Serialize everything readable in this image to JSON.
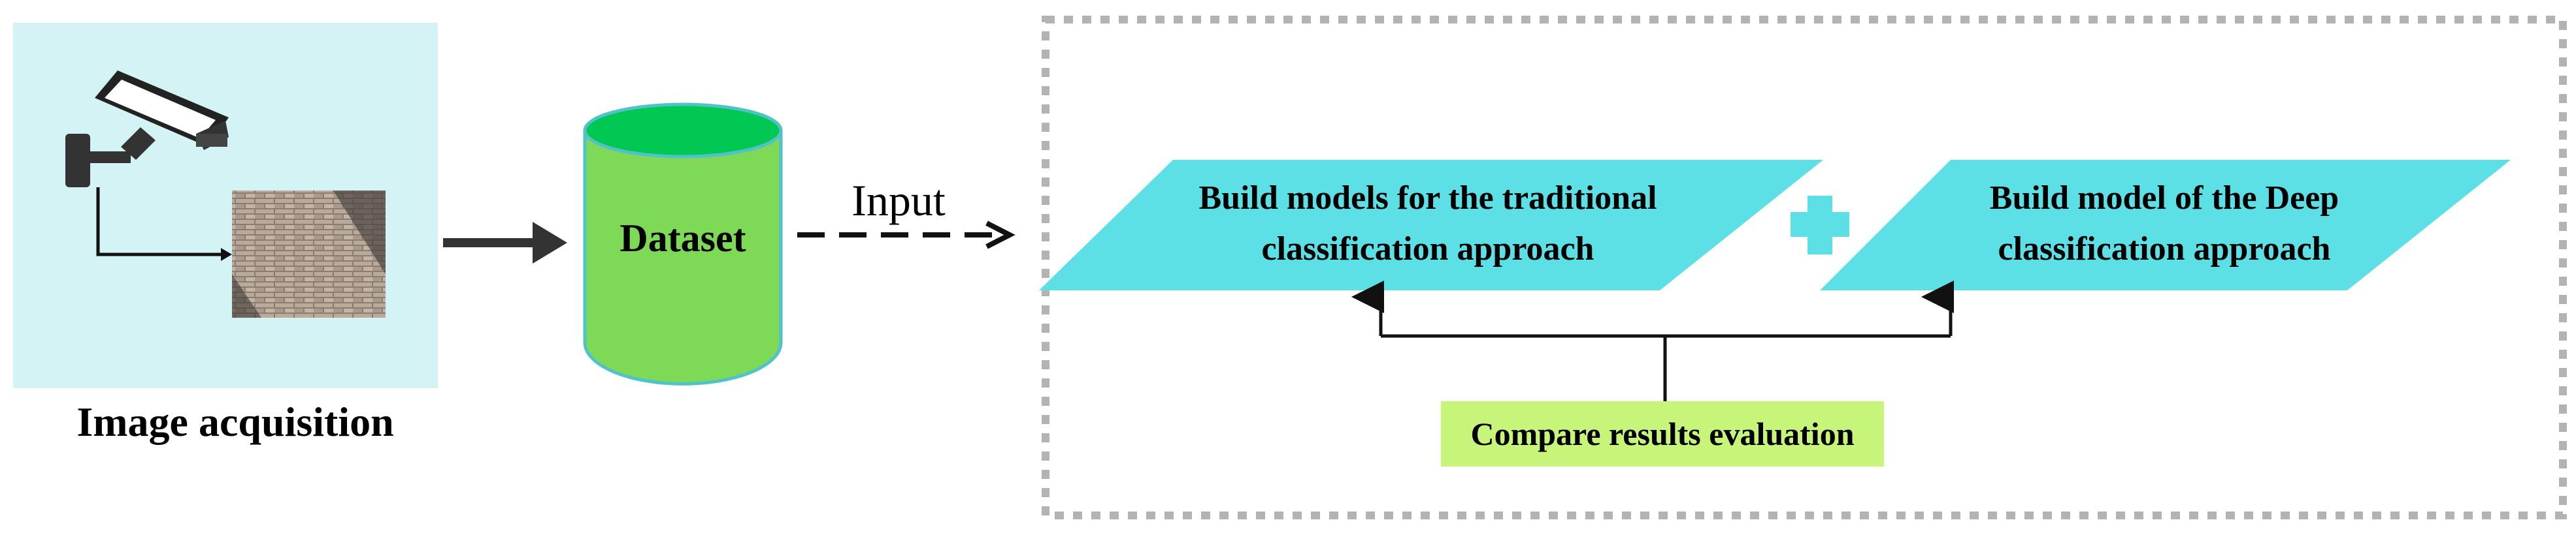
{
  "image_acquisition": {
    "label": "Image acquisition",
    "panel_color": "#d3f3f4",
    "camera_icon": "cctv-camera-icon",
    "photo_icon": "brick-wall-photo"
  },
  "dataset": {
    "label": "Dataset",
    "fill": "#7ed957",
    "top_fill": "#00c853",
    "stroke": "#4fc3c8"
  },
  "input_arrow": {
    "label": "Input"
  },
  "traditional_box": {
    "line1": "Build models for the traditional",
    "line2": "classification approach",
    "fill": "#5ce0e6"
  },
  "plus_sign": {
    "color": "#5ce0e6"
  },
  "deep_box": {
    "line1": "Build model of the Deep",
    "line2": "classification approach",
    "fill": "#5ce0e6"
  },
  "compare_box": {
    "label": "Compare results evaluation",
    "fill": "#c6f57a"
  }
}
